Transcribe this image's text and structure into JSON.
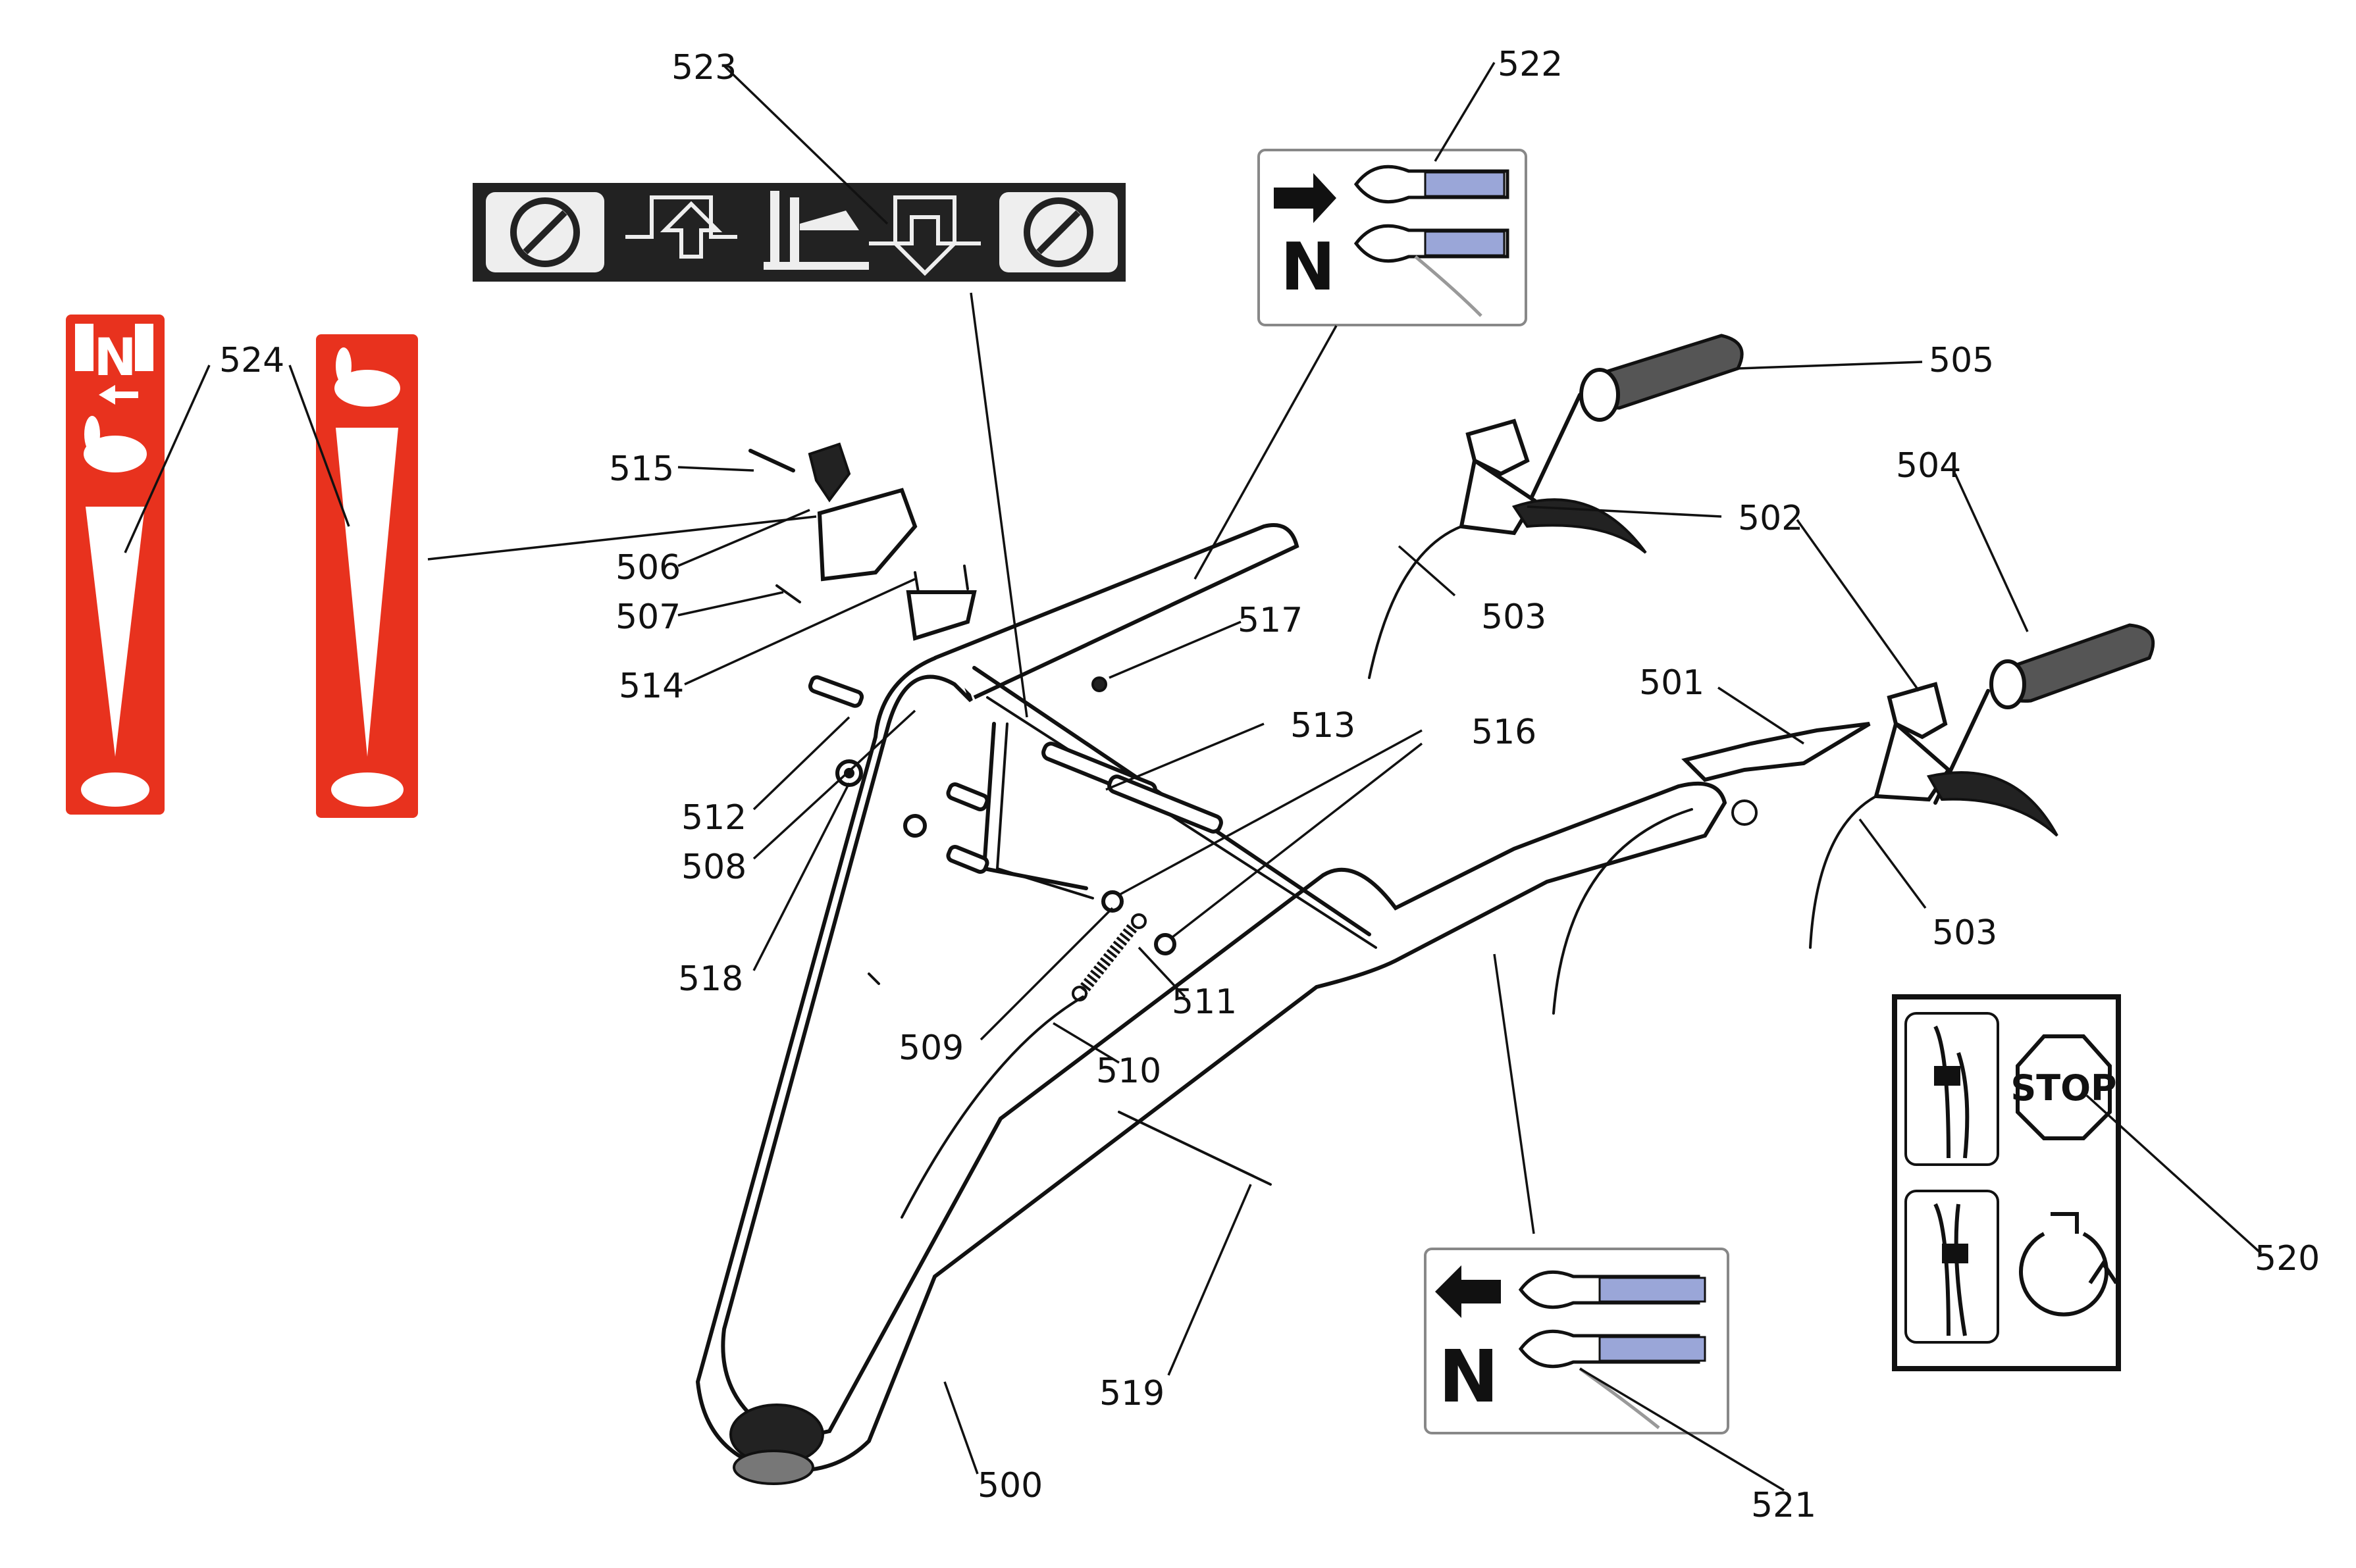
{
  "labels": {
    "p500": "500",
    "p501": "501",
    "p502": "502",
    "p503a": "503",
    "p503b": "503",
    "p504": "504",
    "p505": "505",
    "p506": "506",
    "p507": "507",
    "p508": "508",
    "p509": "509",
    "p510": "510",
    "p511": "511",
    "p512": "512",
    "p513": "513",
    "p514": "514",
    "p515": "515",
    "p516": "516",
    "p517": "517",
    "p518": "518",
    "p519": "519",
    "p520": "520",
    "p521": "521",
    "p522": "522",
    "p523": "523",
    "p524": "524"
  },
  "decals": {
    "stop_text": "STOP",
    "neutral_letter": "N",
    "colors": {
      "red": "#e8321e",
      "dark": "#222222",
      "white": "#ffffff"
    }
  },
  "icons": [
    "rabbit-icon",
    "turtle-icon",
    "arrow-up-icon",
    "arrow-down-icon",
    "rotate-icon",
    "blade-icon",
    "stop-sign-icon",
    "lever-icon",
    "arrow-right-icon",
    "arrow-left-icon"
  ]
}
